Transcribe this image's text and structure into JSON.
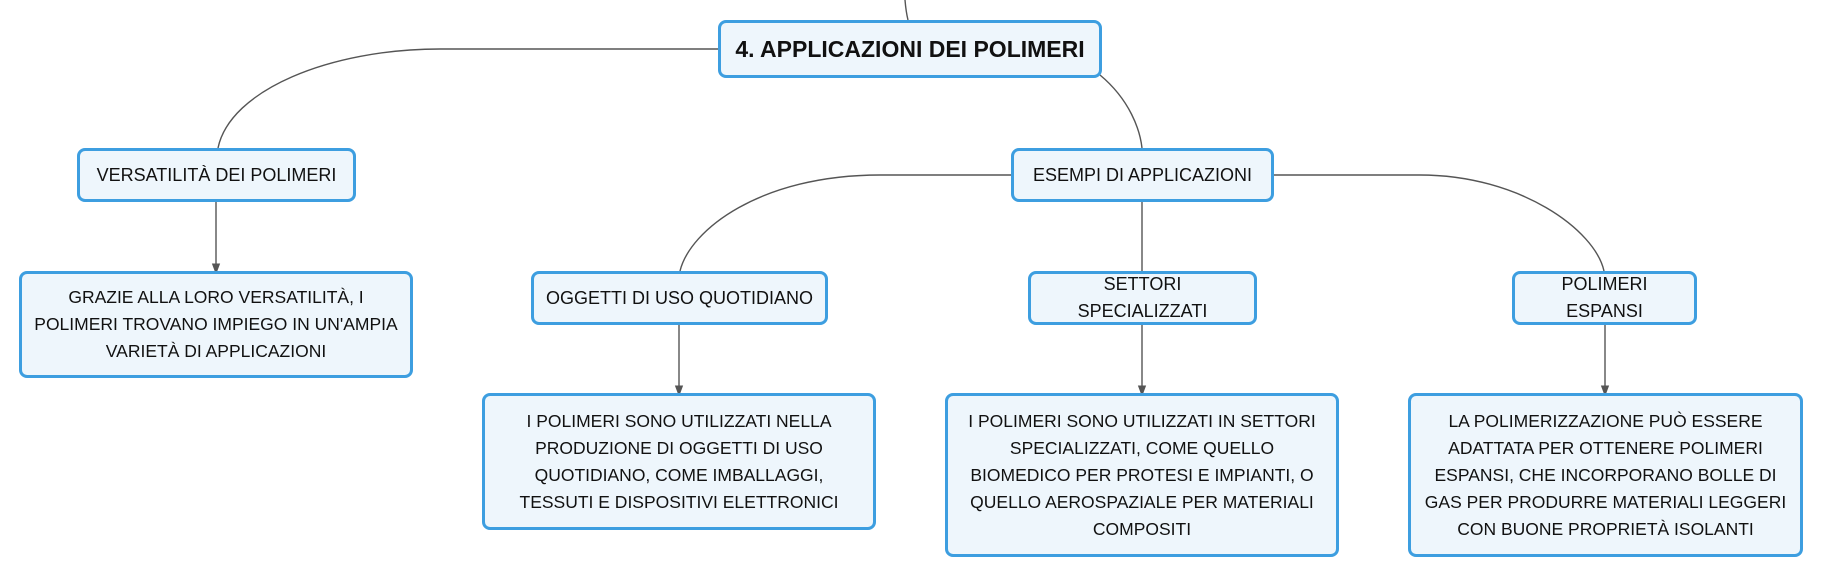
{
  "mindmap": {
    "root": {
      "label": "4. APPLICAZIONI DEI POLIMERI"
    },
    "versatility": {
      "label": "VERSATILITÀ DEI POLIMERI",
      "detail": "GRAZIE ALLA LORO VERSATILITÀ, I POLIMERI TROVANO IMPIEGO IN UN'AMPIA VARIETÀ DI APPLICAZIONI"
    },
    "examples": {
      "label": "ESEMPI DI APPLICAZIONI",
      "everyday": {
        "label": "OGGETTI DI USO QUOTIDIANO",
        "detail": "I POLIMERI SONO UTILIZZATI NELLA PRODUZIONE DI OGGETTI DI USO QUOTIDIANO, COME IMBALLAGGI, TESSUTI E DISPOSITIVI ELETTRONICI"
      },
      "specialized": {
        "label": "SETTORI SPECIALIZZATI",
        "detail": "I POLIMERI SONO UTILIZZATI IN SETTORI SPECIALIZZATI, COME QUELLO BIOMEDICO PER PROTESI E IMPIANTI, O QUELLO AEROSPAZIALE PER MATERIALI COMPOSITI"
      },
      "expanded": {
        "label": "POLIMERI ESPANSI",
        "detail": "LA POLIMERIZZAZIONE PUÒ ESSERE ADATTATA PER OTTENERE POLIMERI ESPANSI, CHE INCORPORANO BOLLE DI GAS PER PRODURRE MATERIALI LEGGERI CON BUONE PROPRIETÀ ISOLANTI"
      }
    }
  },
  "colors": {
    "node_border": "#3d9ee0",
    "node_fill": "#eef6fc",
    "connector": "#555555"
  }
}
